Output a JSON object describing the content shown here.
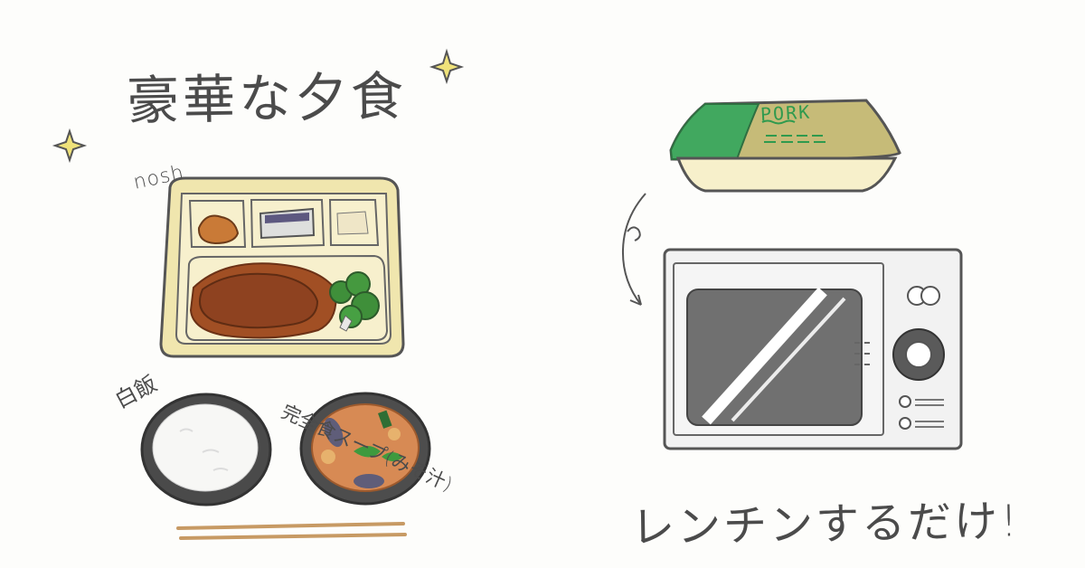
{
  "heading": "豪華な夕食",
  "meal_kit_brand": "nosh",
  "rice_label": "白飯",
  "soup_label": "完全食スープ(みそ汁)",
  "package_label": "PORK",
  "caption": "レンチンするだけ!",
  "colors": {
    "outline": "#555555",
    "tray": "#f2e8b0",
    "tray_inner": "#f7f0cc",
    "sauce": "#9a4a22",
    "broccoli": "#3f8f3a",
    "package_green": "#3fa35b",
    "package_tan": "#cdbf7f",
    "microwave_door": "#6f6f6f",
    "microwave_body": "#f2f2f2",
    "chopsticks": "#c79a64",
    "soup_bowl": "#4d4d4d",
    "sparkle": "#efe27a"
  },
  "icons": [
    "sparkle-icon",
    "curved-arrow-icon"
  ]
}
